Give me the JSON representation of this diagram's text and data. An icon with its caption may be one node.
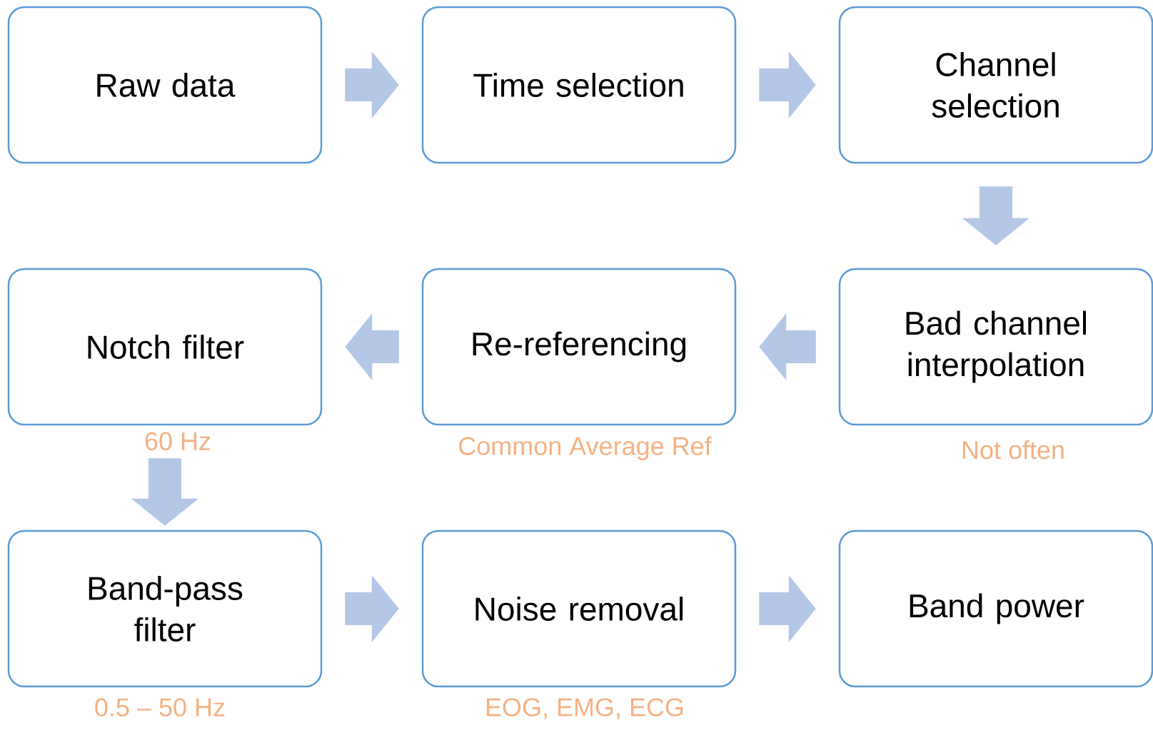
{
  "diagram": {
    "nodes": [
      {
        "text": [
          "Raw data"
        ]
      },
      {
        "text": [
          "Time selection"
        ]
      },
      {
        "text": [
          "Channel selection"
        ]
      },
      {
        "text": [
          "Bad channel interpolation"
        ],
        "beside": [
          "Not often"
        ]
      },
      {
        "text": [
          "Re-referencing"
        ],
        "beside": [
          "Common Average Ref"
        ]
      },
      {
        "text": [
          "Notch filter"
        ],
        "beside": [
          "60 Hz"
        ]
      },
      {
        "text": [
          "Band-pass filter"
        ],
        "beside": [
          "0.5 – 50 Hz"
        ]
      },
      {
        "text": [
          "Noise removal"
        ],
        "beside": [
          "EOG, EMG, ECG"
        ]
      },
      {
        "text": [
          "Band power"
        ]
      }
    ],
    "edges": [
      {
        "from": 0,
        "to": 1,
        "arrow": "to"
      },
      {
        "from": 1,
        "to": 2,
        "arrow": "to"
      },
      {
        "from": 2,
        "to": 3,
        "arrow": "to"
      },
      {
        "from": 3,
        "to": 4,
        "arrow": "to"
      },
      {
        "from": 4,
        "to": 5,
        "arrow": "to"
      },
      {
        "from": 5,
        "to": 6,
        "arrow": "to"
      },
      {
        "from": 6,
        "to": 7,
        "arrow": "to"
      },
      {
        "from": 7,
        "to": 8,
        "arrow": "to"
      }
    ]
  }
}
